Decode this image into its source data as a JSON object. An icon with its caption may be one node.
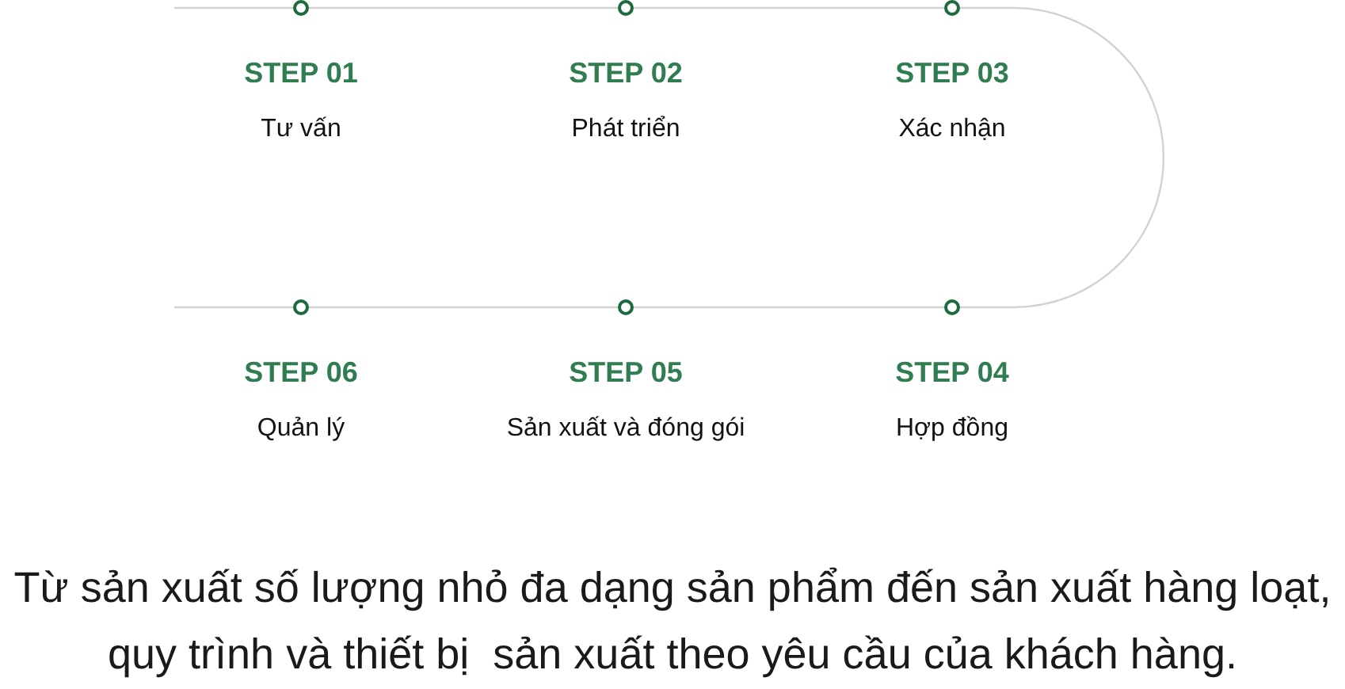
{
  "diagram": {
    "nodes": [
      {
        "text": [],
        "shape": "circle",
        "beside": [
          "STEP 01",
          "Tư vấn"
        ]
      },
      {
        "text": [],
        "shape": "circle",
        "beside": [
          "STEP 02",
          "Phát triển"
        ]
      },
      {
        "text": [],
        "shape": "circle",
        "beside": [
          "STEP 03",
          "Xác nhận"
        ]
      },
      {
        "text": [],
        "shape": "circle",
        "beside": [
          "STEP 04",
          "Hợp đồng"
        ]
      },
      {
        "text": [],
        "shape": "circle",
        "beside": [
          "STEP 05",
          "Sản xuất và đóng gói"
        ]
      },
      {
        "text": [],
        "shape": "circle",
        "beside": [
          "STEP 06",
          "Quản lý"
        ]
      }
    ],
    "edges": [
      {
        "from": null,
        "to": 0,
        "arrow": "none"
      },
      {
        "from": 0,
        "to": 1,
        "arrow": "none"
      },
      {
        "from": 1,
        "to": 2,
        "arrow": "none"
      },
      {
        "from": 2,
        "to": 3,
        "arrow": "none"
      },
      {
        "from": 3,
        "to": 4,
        "arrow": "none"
      },
      {
        "from": 4,
        "to": 5,
        "arrow": "none"
      },
      {
        "from": 5,
        "to": null,
        "arrow": "none"
      }
    ],
    "caption": "Từ sản xuất số lượng nhỏ đa dạng sản phẩm đến sản xuất hàng loạt, quy trình và thiết bị  sản xuất theo yêu cầu của khách hàng."
  }
}
